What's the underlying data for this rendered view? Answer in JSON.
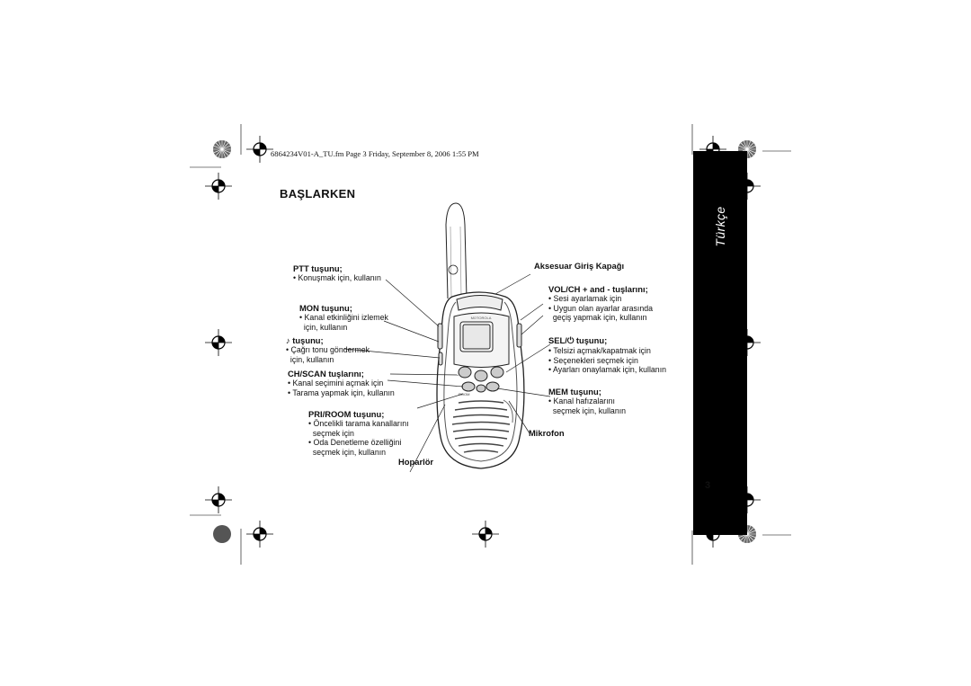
{
  "header": {
    "file_line": "6864234V01-A_TU.fm  Page 3  Friday, September 8, 2006  1:55 PM"
  },
  "title": "BAŞLARKEN",
  "side_tab": {
    "label": "Türkçe",
    "color": "#000000",
    "text_color": "#ffffff"
  },
  "page_number": "3",
  "callouts": {
    "ptt": {
      "title": "PTT tuşunu;",
      "lines": [
        "• Konuşmak için, kullanın"
      ]
    },
    "mon": {
      "title": "MON tuşunu;",
      "lines": [
        "• Kanal etkinliğini izlemek",
        "  için, kullanın"
      ]
    },
    "call": {
      "icon": "music-note-icon",
      "glyph": "♪",
      "title": " tuşunu;",
      "lines": [
        "• Çağrı tonu göndermek",
        "  için, kullanın"
      ]
    },
    "chscan": {
      "title": "CH/SCAN tuşlarını;",
      "lines": [
        "• Kanal seçimini açmak için",
        "• Tarama yapmak için, kullanın"
      ]
    },
    "priroom": {
      "title": "PRI/ROOM tuşunu;",
      "lines": [
        "• Öncelikli tarama kanallarını",
        "  seçmek için",
        "• Oda Denetleme özelliğini",
        "  seçmek için, kullanın"
      ]
    },
    "hoparlor": {
      "title": "Hoparlör"
    },
    "aksesuar": {
      "title": "Aksesuar Giriş Kapağı"
    },
    "volch": {
      "title": "VOL/CH + and - tuşlarını;",
      "lines": [
        "• Sesi ayarlamak için",
        "• Uygun olan ayarlar arasında",
        "  geçiş yapmak için, kullanın"
      ]
    },
    "sel": {
      "title_pre": "SEL/",
      "icon": "power-icon",
      "glyph": "⏻",
      "title_post": " tuşunu;",
      "lines": [
        "• Telsizi açmak/kapatmak için",
        "• Seçenekleri seçmek için",
        "• Ayarları onaylamak için, kullanın"
      ]
    },
    "mem": {
      "title": "MEM tuşunu;",
      "lines": [
        "• Kanal hafızalarını",
        "  seçmek için, kullanın"
      ]
    },
    "mikrofon": {
      "title": "Mikrofon"
    }
  }
}
